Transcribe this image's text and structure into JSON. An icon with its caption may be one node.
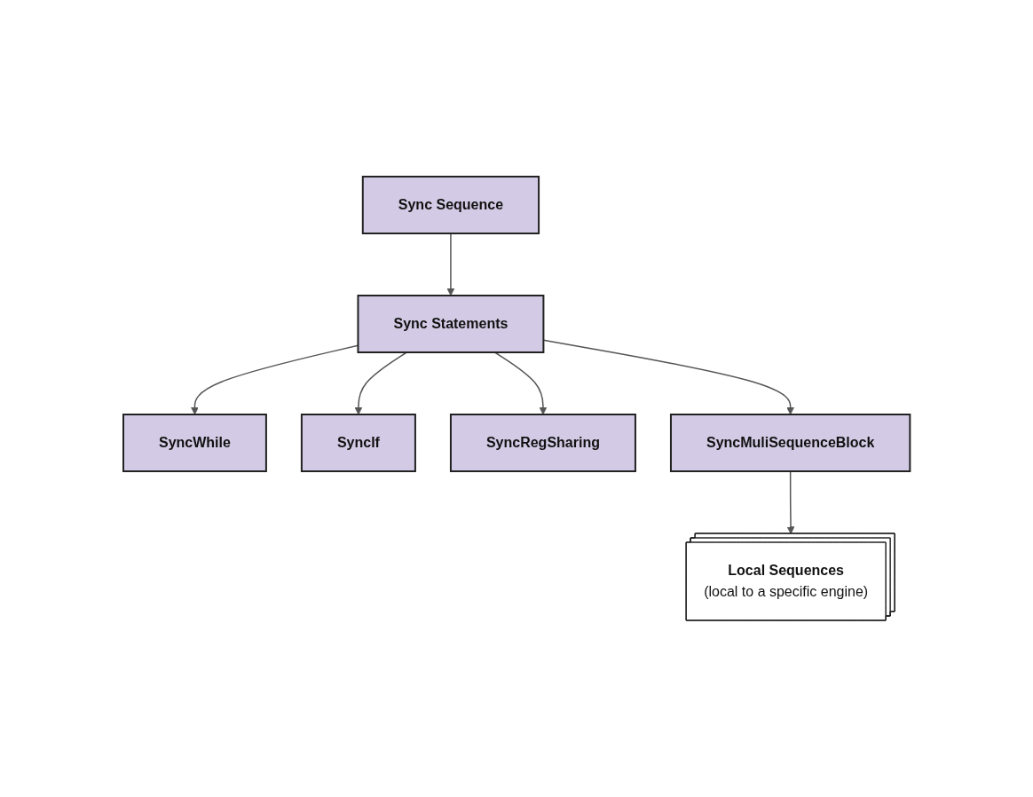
{
  "diagram": {
    "nodes": [
      {
        "text": [
          "Sync Sequence"
        ]
      },
      {
        "text": [
          "Sync Statements"
        ]
      },
      {
        "text": [
          "SyncWhile"
        ]
      },
      {
        "text": [
          "SyncIf"
        ]
      },
      {
        "text": [
          "SyncRegSharing"
        ]
      },
      {
        "text": [
          "SyncMuliSequenceBlock"
        ]
      },
      {
        "text": [
          "Local Sequences",
          "(local to a specific engine)"
        ]
      }
    ],
    "edges": [
      {
        "from": 0,
        "to": 1,
        "arrow": "to"
      },
      {
        "from": 1,
        "to": 2,
        "arrow": "to"
      },
      {
        "from": 1,
        "to": 3,
        "arrow": "to"
      },
      {
        "from": 1,
        "to": 4,
        "arrow": "to"
      },
      {
        "from": 1,
        "to": 5,
        "arrow": "to"
      },
      {
        "from": 5,
        "to": 6,
        "arrow": "to"
      }
    ]
  }
}
